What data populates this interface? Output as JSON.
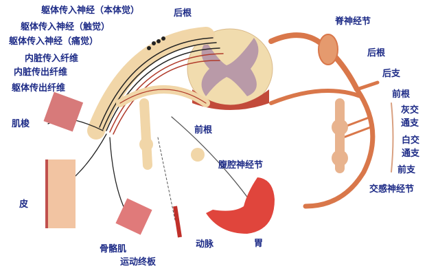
{
  "labels": {
    "somatic_afferent_proprio": "躯体传入神经（本体觉）",
    "somatic_afferent_touch": "躯体传入神经（触觉）",
    "somatic_afferent_pain": "躯体传入神经（痛觉）",
    "visceral_afferent": "内脏传入纤维",
    "visceral_efferent": "内脏传出纤维",
    "somatic_efferent": "躯体传出纤维",
    "muscle_spindle": "肌梭",
    "dorsal_root_top": "后根",
    "ventral_root_mid": "前根",
    "celiac_ganglion": "腹腔神经节",
    "skin": "皮",
    "skeletal_muscle": "骨骼肌",
    "motor_end_plate": "运动终板",
    "artery": "动脉",
    "stomach": "胃",
    "spinal_ganglion": "脊神经节",
    "dorsal_root_right": "后根",
    "dorsal_ramus": "后支",
    "ventral_root_right": "前根",
    "gray_ramus_1": "灰交",
    "gray_ramus_2": "通支",
    "white_ramus_1": "白交",
    "white_ramus_2": "通支",
    "ventral_ramus": "前支",
    "sympathetic_ganglion": "交感神经节"
  },
  "colors": {
    "label": "#1c2a86",
    "nerve": "#d9774a",
    "cord": "#f1dcae",
    "gray_matter": "#b99aa8"
  }
}
